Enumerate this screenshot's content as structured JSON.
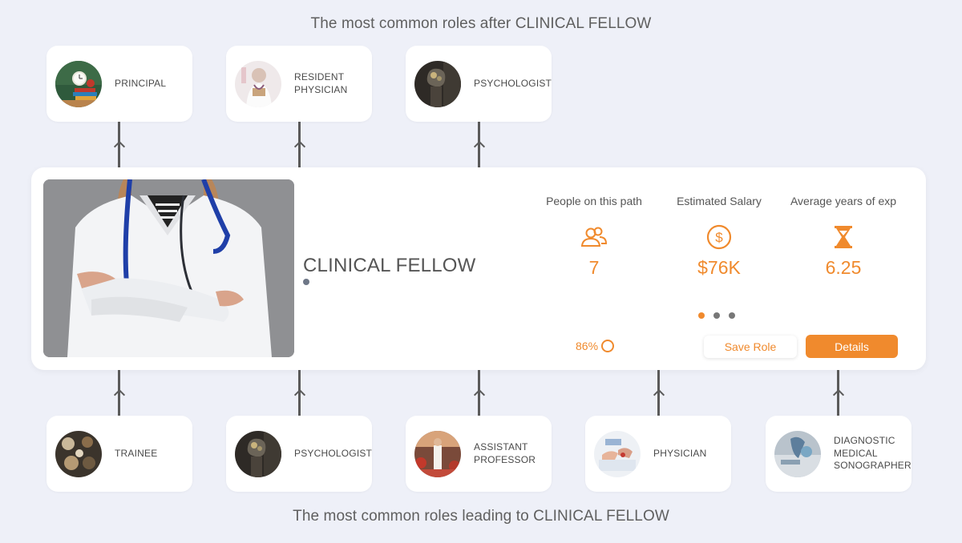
{
  "headings": {
    "after": "The most common roles after CLINICAL FELLOW",
    "before": "The most common roles leading to CLINICAL FELLOW"
  },
  "next_roles": [
    {
      "label": "PRINCIPAL",
      "icon": "chalkboard-clock-photo"
    },
    {
      "label": "RESIDENT PHYSICIAN",
      "icon": "physician-with-book-photo"
    },
    {
      "label": "PSYCHOLOGIST",
      "icon": "dark-brain-photo"
    }
  ],
  "previous_roles": [
    {
      "label": "TRAINEE",
      "icon": "coffee-table-photo"
    },
    {
      "label": "PSYCHOLOGIST",
      "icon": "dark-brain-photo"
    },
    {
      "label": "ASSISTANT PROFESSOR",
      "icon": "lecture-hall-photo"
    },
    {
      "label": "PHYSICIAN",
      "icon": "medical-hands-photo"
    },
    {
      "label": "DIAGNOSTIC MEDICAL SONOGRAPHER",
      "icon": "ultrasound-photo"
    }
  ],
  "current_role": {
    "title": "CLINICAL FELLOW",
    "photo": "doctor-with-stethoscope-photo",
    "stats": [
      {
        "label": "People on this path",
        "value": "7",
        "icon": "people-icon"
      },
      {
        "label": "Estimated Salary",
        "value": "$76K",
        "icon": "dollar-circle-icon"
      },
      {
        "label": "Average years of exp",
        "value": "6.25",
        "icon": "hourglass-icon"
      }
    ],
    "match_percent": "86%",
    "pager": {
      "pages": 3,
      "active": 1
    },
    "save_label": "Save Role",
    "details_label": "Details"
  },
  "colors": {
    "accent": "#f08a2d",
    "background": "#eef0f8",
    "card": "#ffffff",
    "connector": "#5a5a5a"
  }
}
